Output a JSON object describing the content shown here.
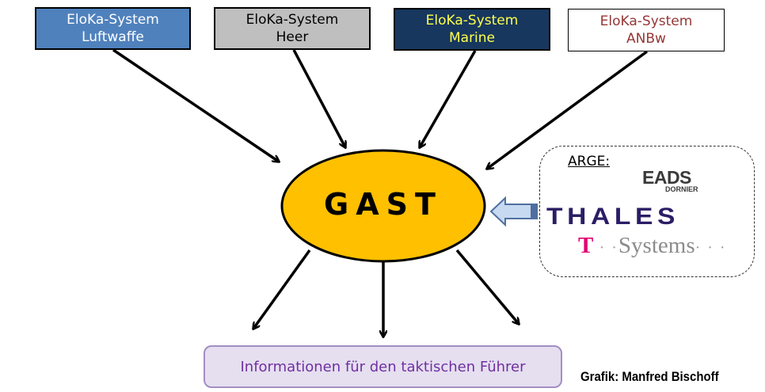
{
  "systems": [
    {
      "line1": "EloKa-System",
      "line2": "Luftwaffe",
      "fill": "#4f81bd",
      "text_color": "#ffffff"
    },
    {
      "line1": "EloKa-System",
      "line2": "Heer",
      "fill": "#bfbfbf",
      "text_color": "#000000"
    },
    {
      "line1": "EloKa-System",
      "line2": "Marine",
      "fill": "#17375e",
      "text_color": "#ffff4d"
    },
    {
      "line1": "EloKa-System",
      "line2": "ANBw",
      "fill": "#ffffff",
      "text_color": "#953735"
    }
  ],
  "center": {
    "label": "GAST",
    "fill": "#ffc000"
  },
  "arge": {
    "label": "ARGE:",
    "members": {
      "eads": {
        "name": "EADS",
        "sub": "DORNIER"
      },
      "thales": {
        "name": "THALES"
      },
      "tsystems": {
        "t": "T",
        "dots_left": "· ·",
        "name": "Systems",
        "dots_right": "· · ·"
      }
    }
  },
  "output": {
    "label": "Informationen für den taktischen Führer"
  },
  "credit": "Grafik: Manfred Bischoff"
}
